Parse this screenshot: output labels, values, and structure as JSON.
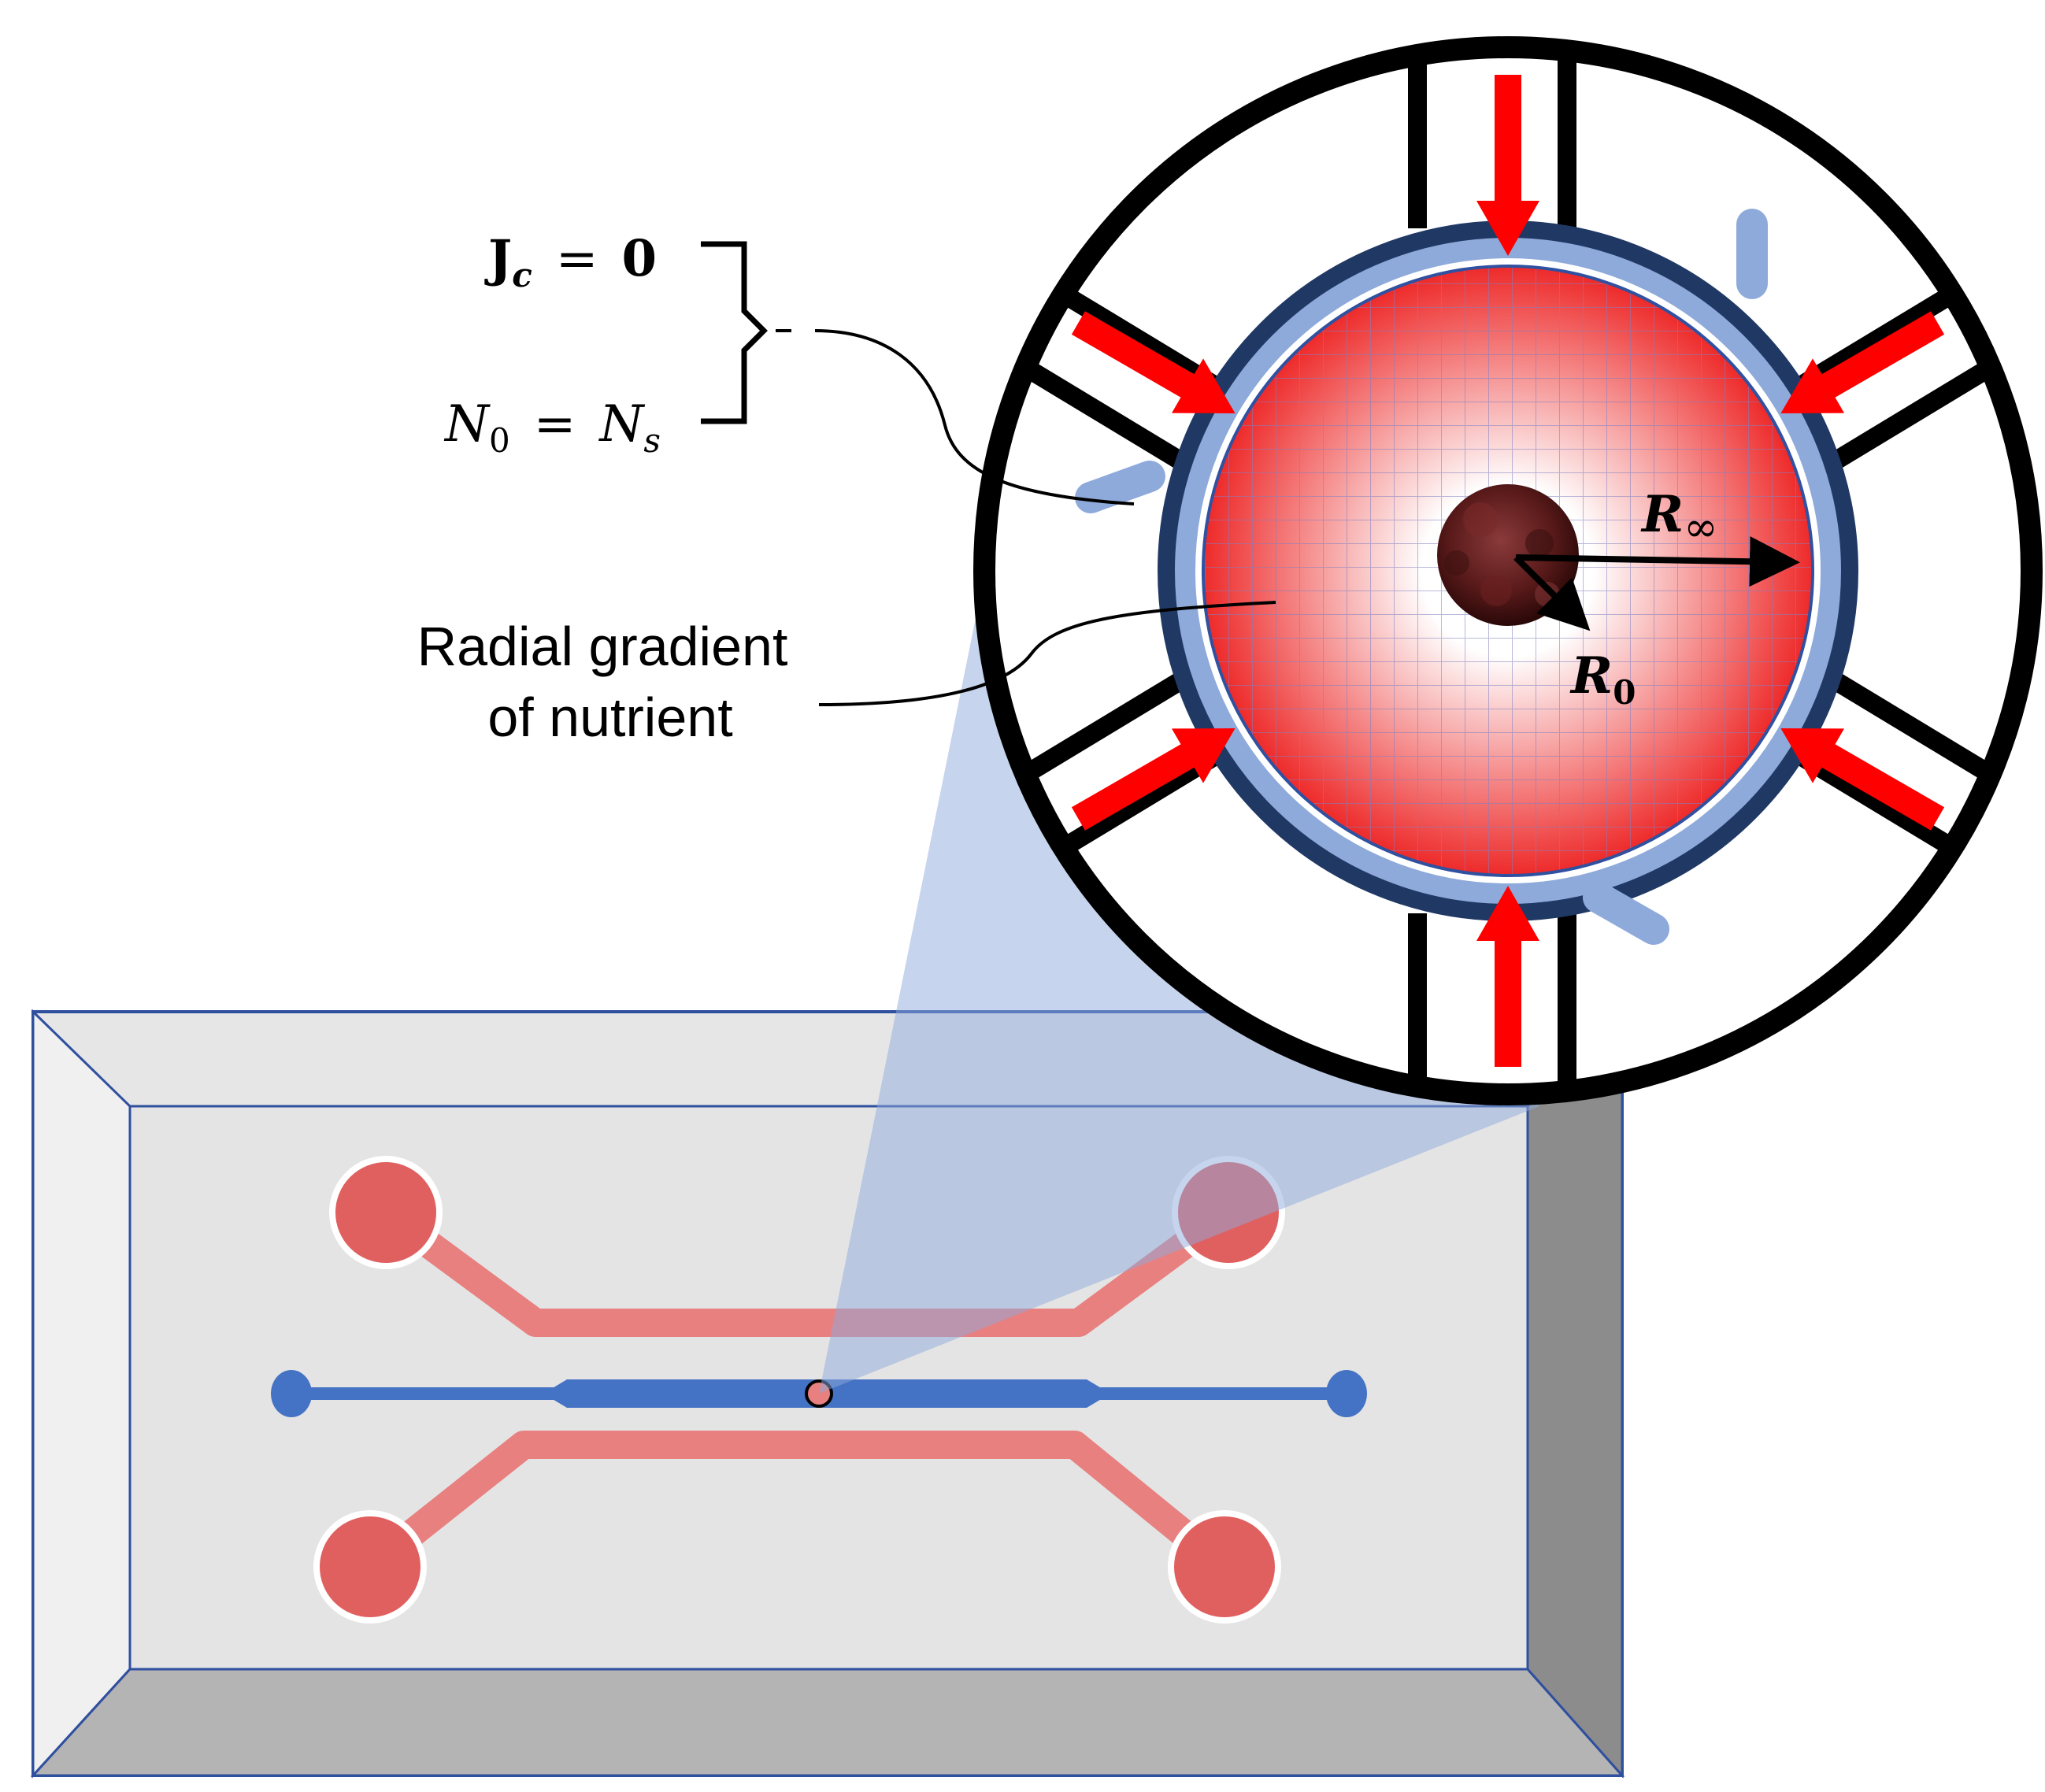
{
  "equations": {
    "flux_bc": {
      "main": "J",
      "sub": "c",
      "rhs": "0"
    },
    "nutrient_bc": {
      "lhs": "N",
      "lhs_sub": "0",
      "rhs": "N",
      "rhs_sub": "s"
    },
    "equals": "="
  },
  "labels": {
    "gradient_line1": "Radial gradient",
    "gradient_line2": "of nutrient",
    "r_outer": {
      "main": "R",
      "sub": "∞"
    },
    "r_inner": {
      "main": "R",
      "sub": "0"
    }
  },
  "colors": {
    "outline": "#000000",
    "arrow": "#ff0000",
    "culture_well": "#ee3030",
    "flow_ring_light": "#8eaadb",
    "flow_ring_dark": "#203864",
    "device_channel_red": "#e88080",
    "device_channel_blue": "#4472c4",
    "chip_surface": "#e6e6e6",
    "chip_edge": "#2f4f9f",
    "spheroid": "#5a1a1a"
  }
}
